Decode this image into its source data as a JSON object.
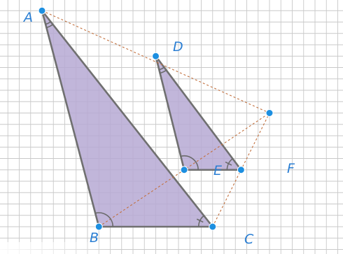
{
  "figure": {
    "colors": {
      "background": "#ffffff",
      "grid": "#c9c9c9",
      "triangle_fill": "#b6a9d4",
      "triangle_stroke": "#707070",
      "dashed": "#c2703e",
      "point": "#1d8fe0",
      "label": "#2a7ed3",
      "angle_mark": "#6a6a6a"
    },
    "points": {
      "A": {
        "label": "A",
        "x": 3.0,
        "y": 20.0
      },
      "B": {
        "label": "B",
        "x": 8.0,
        "y": 1.0
      },
      "C": {
        "label": "C",
        "x": 18.0,
        "y": 1.0
      },
      "D": {
        "label": "D",
        "x": 13.0,
        "y": 16.0
      },
      "E": {
        "label": "E",
        "x": 15.5,
        "y": 6.0
      },
      "F": {
        "label": "F",
        "x": 20.5,
        "y": 6.0
      },
      "O": {
        "label": "",
        "x": 23.0,
        "y": 11.0
      }
    },
    "triangles": [
      {
        "name": "triangle-abc",
        "vertices": [
          "A",
          "B",
          "C"
        ]
      },
      {
        "name": "triangle-def",
        "vertices": [
          "D",
          "E",
          "F"
        ]
      }
    ],
    "dashed_segments": [
      [
        "A",
        "O"
      ],
      [
        "B",
        "O"
      ],
      [
        "C",
        "O"
      ]
    ],
    "angle_marks": [
      {
        "name": "angle-mark-a",
        "vertex": "A",
        "arms": [
          "B",
          "C"
        ],
        "arcs": 2
      },
      {
        "name": "angle-mark-b",
        "vertex": "B",
        "arms": [
          "A",
          "C"
        ],
        "arcs": 1
      },
      {
        "name": "angle-mark-c",
        "vertex": "C",
        "arms": [
          "A",
          "B"
        ],
        "arcs": 1,
        "tick": true
      },
      {
        "name": "angle-mark-d",
        "vertex": "D",
        "arms": [
          "E",
          "F"
        ],
        "arcs": 2
      },
      {
        "name": "angle-mark-e",
        "vertex": "E",
        "arms": [
          "D",
          "F"
        ],
        "arcs": 1
      },
      {
        "name": "angle-mark-f",
        "vertex": "F",
        "arms": [
          "D",
          "E"
        ],
        "arcs": 1,
        "tick": true
      }
    ]
  }
}
